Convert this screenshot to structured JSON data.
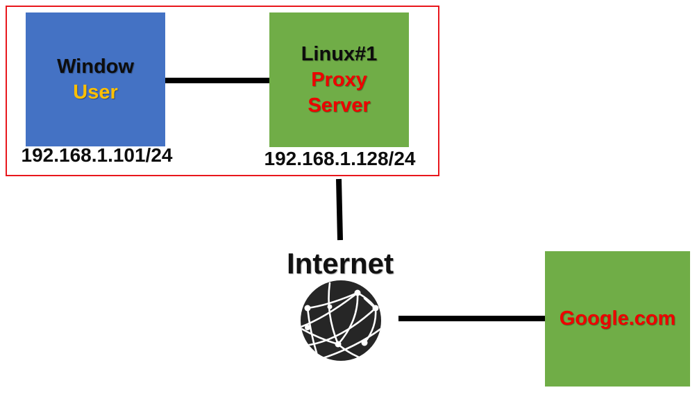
{
  "colors": {
    "window_fill": "#4472c4",
    "server_fill": "#70ad47",
    "boundary": "#e8161c",
    "label_dark": "#0d0d0d",
    "user_accent": "#ffc000",
    "proxy_accent": "#ee0000"
  },
  "nodes": {
    "window": {
      "line1": "Window",
      "line2": "User",
      "ip": "192.168.1.101/24"
    },
    "linux": {
      "line1": "Linux#1",
      "line2": "Proxy",
      "line3": "Server",
      "ip": "192.168.1.128/24"
    },
    "internet": {
      "label": "Internet",
      "icon": "globe-network-icon"
    },
    "google": {
      "label": "Google.com"
    }
  }
}
